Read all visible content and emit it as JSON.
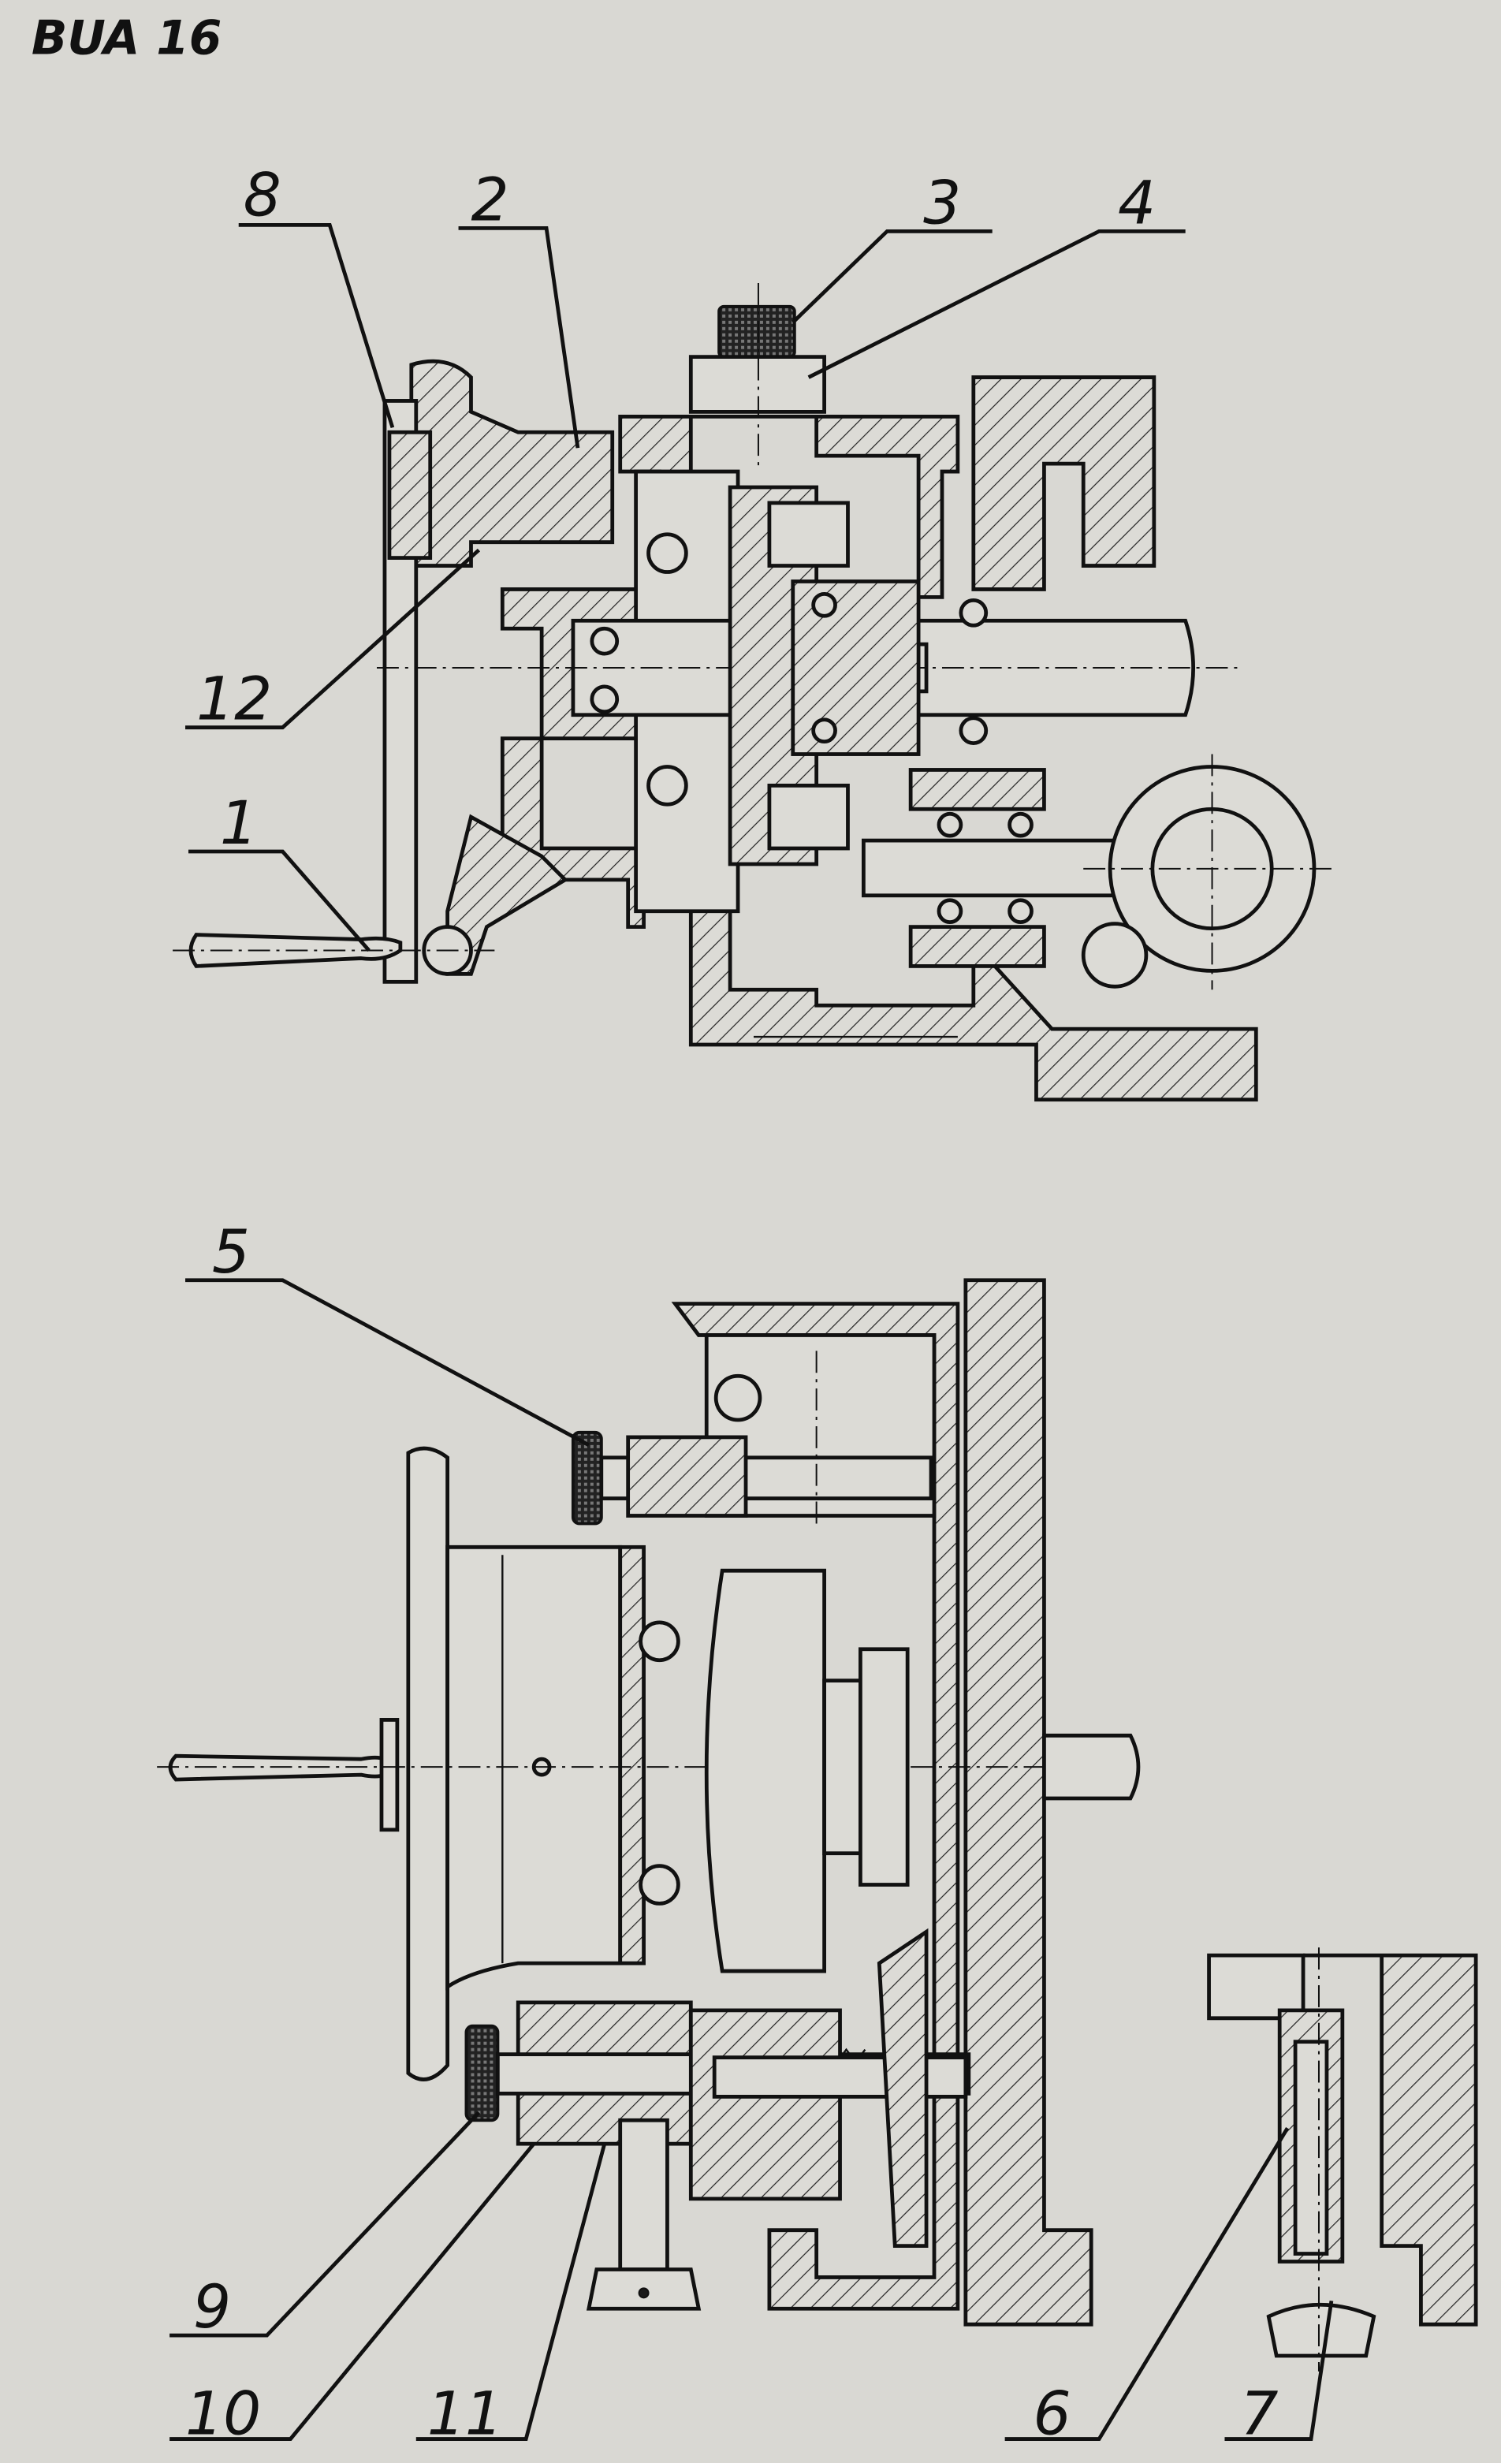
{
  "title": "BUA 16",
  "labels": {
    "l1": "1",
    "l2": "2",
    "l3": "3",
    "l4": "4",
    "l5": "5",
    "l6": "6",
    "l7": "7",
    "l8": "8",
    "l9": "9",
    "l10": "10",
    "l11": "11",
    "l12": "12"
  }
}
